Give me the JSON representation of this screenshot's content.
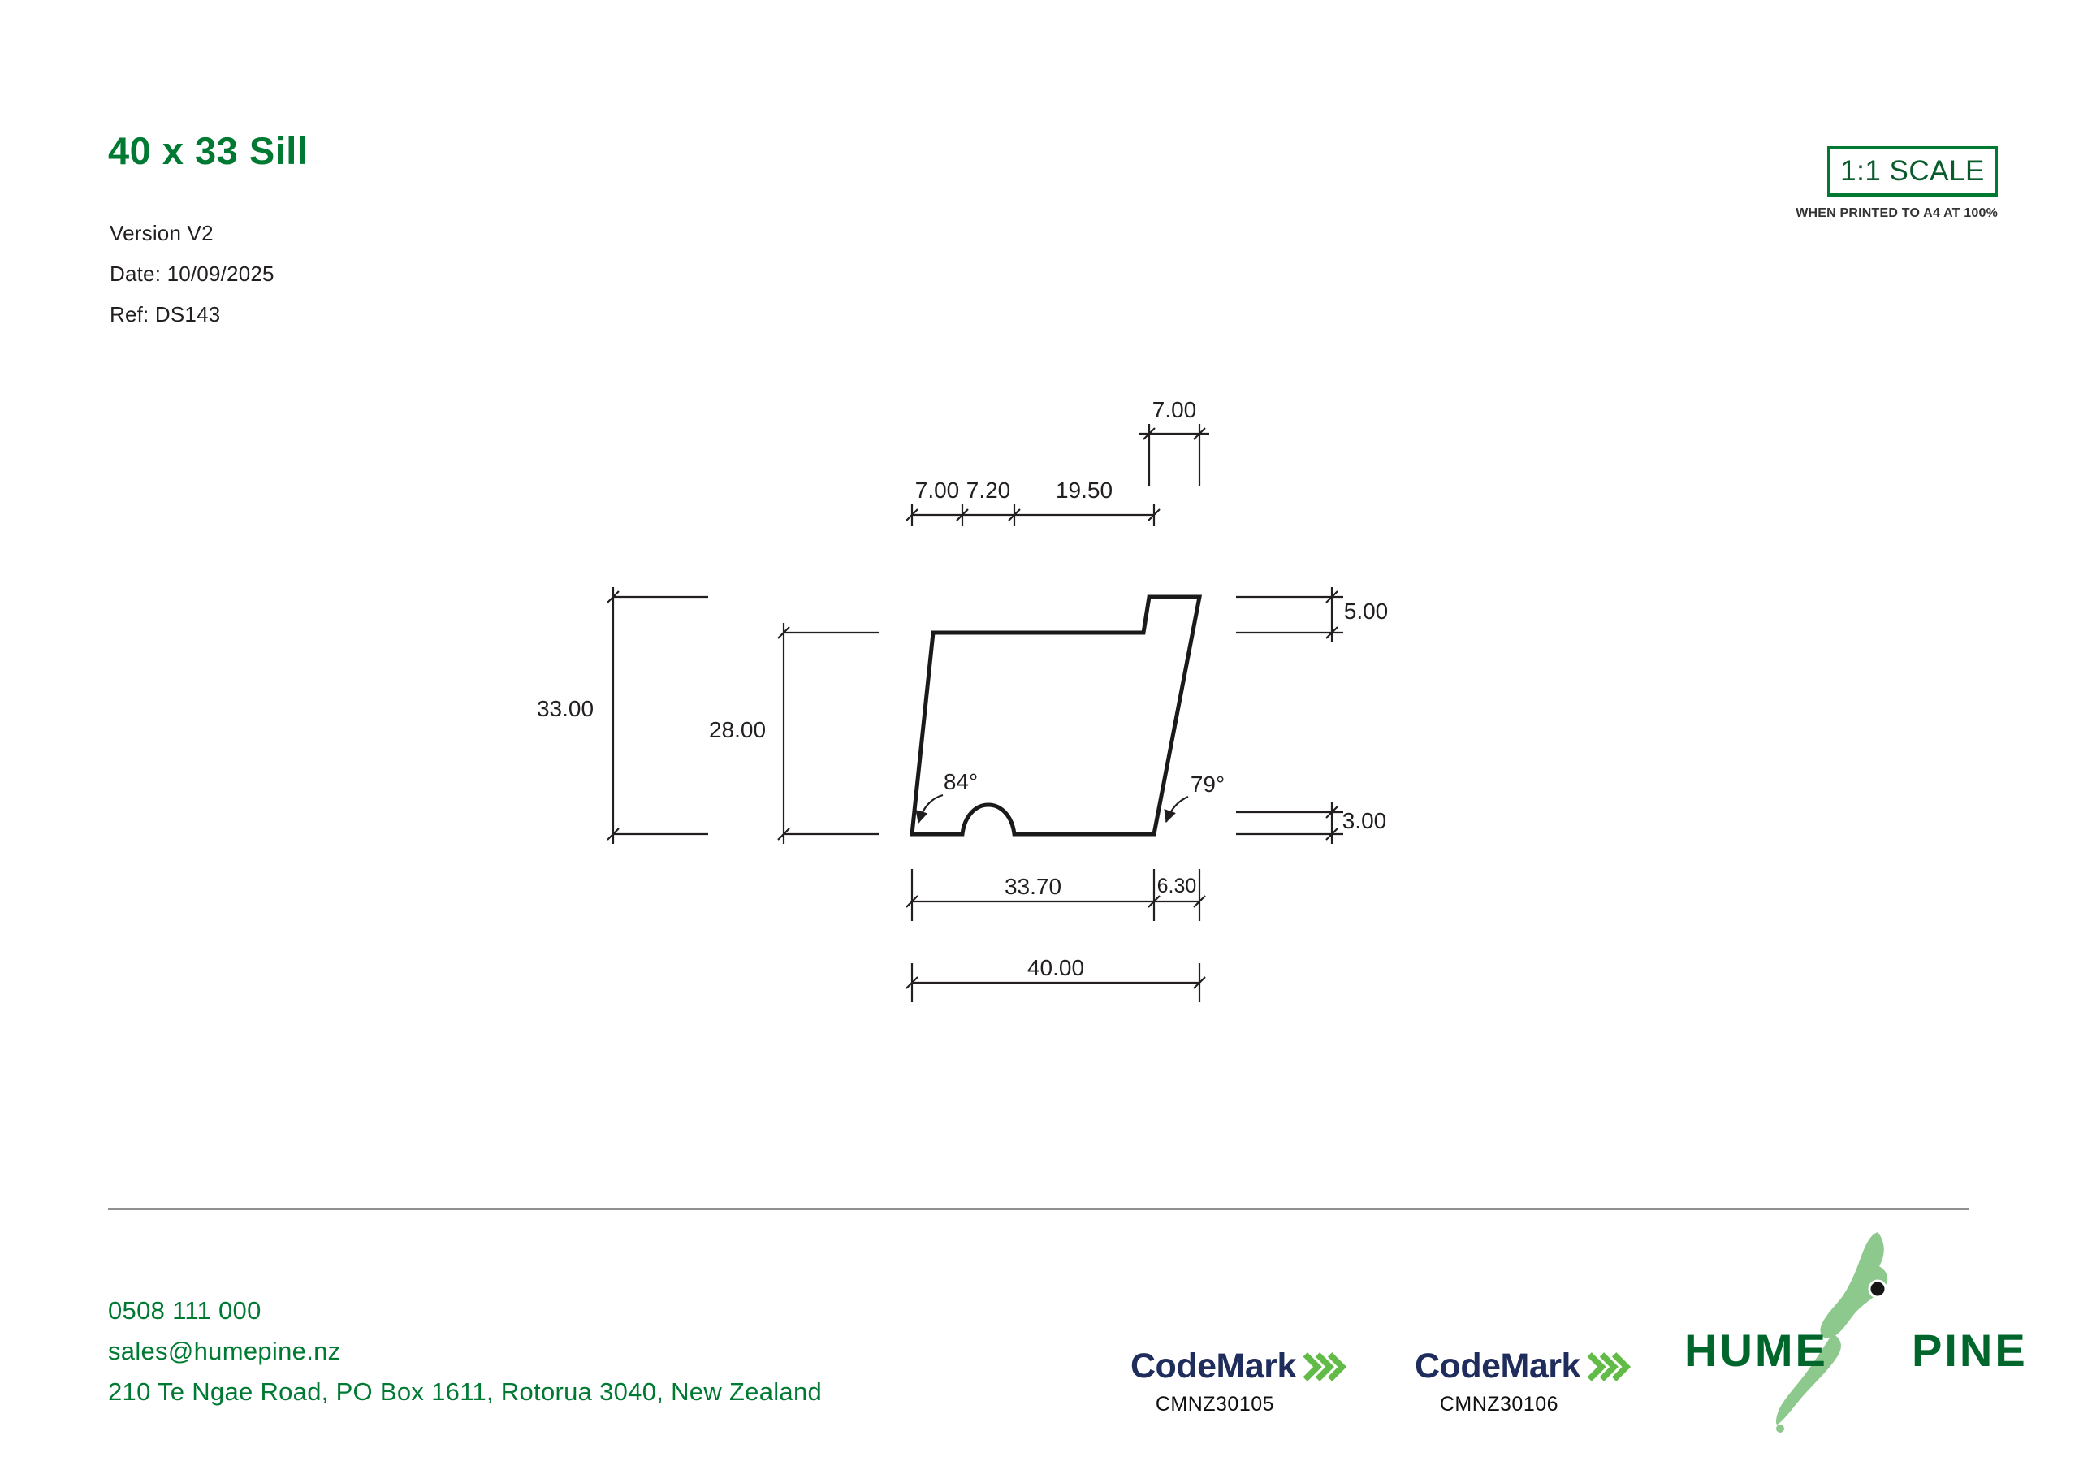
{
  "header": {
    "title": "40 x 33 Sill",
    "version": "Version V2",
    "date": "Date: 10/09/2025",
    "ref": "Ref: DS143"
  },
  "scale_box": {
    "label": "1:1 SCALE",
    "note": "WHEN PRINTED TO A4 AT 100%"
  },
  "drawing": {
    "dims": {
      "top_step_width": "7.00",
      "notch_offset": "7.00",
      "notch_width": "7.20",
      "top_run": "19.50",
      "total_height": "33.00",
      "body_height": "28.00",
      "step_height": "5.00",
      "right_lower": "3.00",
      "bottom_left_width": "33.70",
      "bottom_right_width": "6.30",
      "total_width": "40.00",
      "angle_left": "84°",
      "angle_right": "79°"
    }
  },
  "footer": {
    "phone": "0508 111 000",
    "email": "sales@humepine.nz",
    "address": "210 Te Ngae Road, PO Box 1611, Rotorua 3040, New Zealand",
    "codemarks": [
      {
        "name": "CodeMark",
        "code": "CMNZ30105"
      },
      {
        "name": "CodeMark",
        "code": "CMNZ30106"
      }
    ],
    "brand": {
      "left": "HUME",
      "right": "PINE"
    }
  },
  "icons": {
    "codemark_chevrons": "triple-chevron-right",
    "brand_map": "new-zealand-map",
    "brand_marker": "location-dot"
  },
  "colors": {
    "brand_green": "#007A33",
    "dark_green": "#00662B",
    "navy": "#1F2D5C",
    "codemark_green": "#62BB46",
    "map_green": "#8DC88D",
    "line": "#231F20"
  }
}
